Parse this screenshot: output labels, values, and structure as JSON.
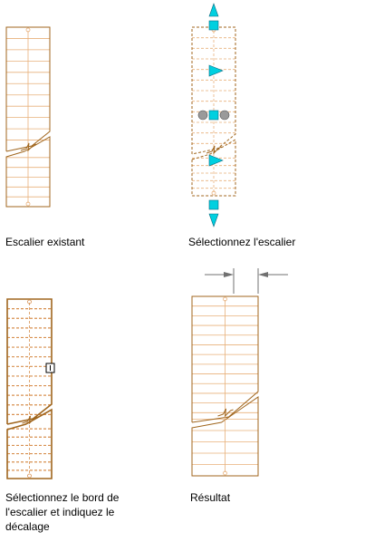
{
  "panels": [
    {
      "id": "existing",
      "caption": [
        "Escalier existant"
      ]
    },
    {
      "id": "select",
      "caption": [
        "Sélectionnez l'escalier"
      ]
    },
    {
      "id": "edge",
      "caption": [
        "Sélectionnez le bord de",
        "l'escalier et indiquez le",
        "décalage"
      ]
    },
    {
      "id": "result",
      "caption": [
        "Résultat"
      ]
    }
  ],
  "colors": {
    "stair": "#a0661e",
    "tread": "#e8b07a",
    "grip": "#00d0e0",
    "grip_outline": "#0a6a80",
    "grey_grip": "#9a9a9a",
    "dimension": "#707070",
    "caption": "#000000"
  }
}
